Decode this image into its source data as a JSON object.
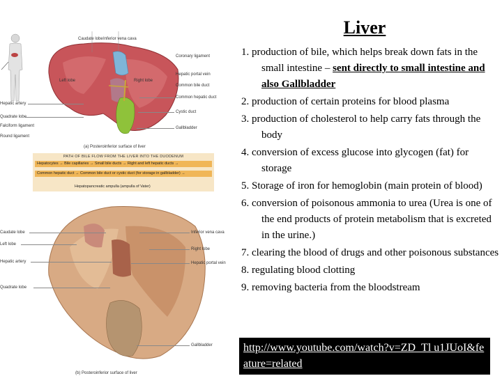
{
  "slide": {
    "title": "Liver",
    "points": [
      {
        "num": "1.",
        "text": "production of bile, which helps break down fats in the small intestine – ",
        "emph": "sent directly to small intestine and also Gallbladder"
      },
      {
        "num": "2.",
        "text": "production of certain proteins for blood plasma",
        "emph": ""
      },
      {
        "num": "3.",
        "text": "production of cholesterol to help carry fats through the body",
        "emph": ""
      },
      {
        "num": "4.",
        "text": "conversion of excess glucose into glycogen (fat) for storage",
        "emph": ""
      },
      {
        "num": "5.",
        "text": "Storage of iron for hemoglobin (main protein of blood)",
        "emph": ""
      },
      {
        "num": "6.",
        "text": "conversion of poisonous ammonia to urea (Urea is one of the end products of protein metabolism that is excreted in the urine.)",
        "emph": ""
      },
      {
        "num": "7.",
        "text": "clearing the blood of drugs and other poisonous substances",
        "emph": ""
      },
      {
        "num": "8.",
        "text": "regulating blood clotting",
        "emph": ""
      },
      {
        "num": "9.",
        "text": "removing bacteria from the bloodstream",
        "emph": ""
      }
    ],
    "link": "http://www.youtube.com/watch?v=ZD_Tl u1JUoI&feature=related"
  },
  "figure_top": {
    "labels": {
      "caudate": "Caudate lobe",
      "ivc": "Inferior vena cava",
      "coronary": "Coronary ligament",
      "left_lobe": "Left lobe",
      "right_lobe": "Right lobe",
      "hepatic_portal": "Hepatic portal vein",
      "common_bile": "Common bile duct",
      "common_hepatic": "Common hepatic duct",
      "hepatic_artery": "Hepatic artery",
      "quadrate": "Quadrate lobe",
      "cystic": "Cystic duct",
      "falciform": "Falciform ligament",
      "round": "Round ligament",
      "gallbladder": "Gallbladder"
    },
    "caption": "(a) Posteroinferior surface of liver"
  },
  "flow": {
    "title": "PATH OF BILE FLOW FROM THE LIVER INTO THE DUODENUM",
    "row1": "Hepatocytes → Bile capillaries → Small bile ducts → Right and left hepatic ducts →",
    "row2": "Common hepatic duct → Common bile duct or cystic duct (for storage in gallbladder) →",
    "row3": "Hepatopancreatic ampulla (ampulla of Vater)"
  },
  "figure_bottom": {
    "labels": {
      "caudate": "Caudate lobe",
      "left_lobe": "Left lobe",
      "hepatic_artery": "Hepatic artery",
      "quadrate": "Quadrate lobe",
      "ivc": "Inferior vena cava",
      "right_lobe": "Right lobe",
      "hepatic_portal": "Hepatic portal vein",
      "gallbladder": "Gallbladder"
    },
    "caption": "(b) Posteroinferior surface of liver"
  },
  "colors": {
    "liver_top": "#c8555a",
    "liver_photo": "#d8aa84",
    "flow_bg": "#f7e6c6",
    "flow_bar": "#f0b657",
    "gallbladder": "#8fc23a",
    "vena_cava": "#7fb5d8",
    "link_bg": "#000000"
  }
}
